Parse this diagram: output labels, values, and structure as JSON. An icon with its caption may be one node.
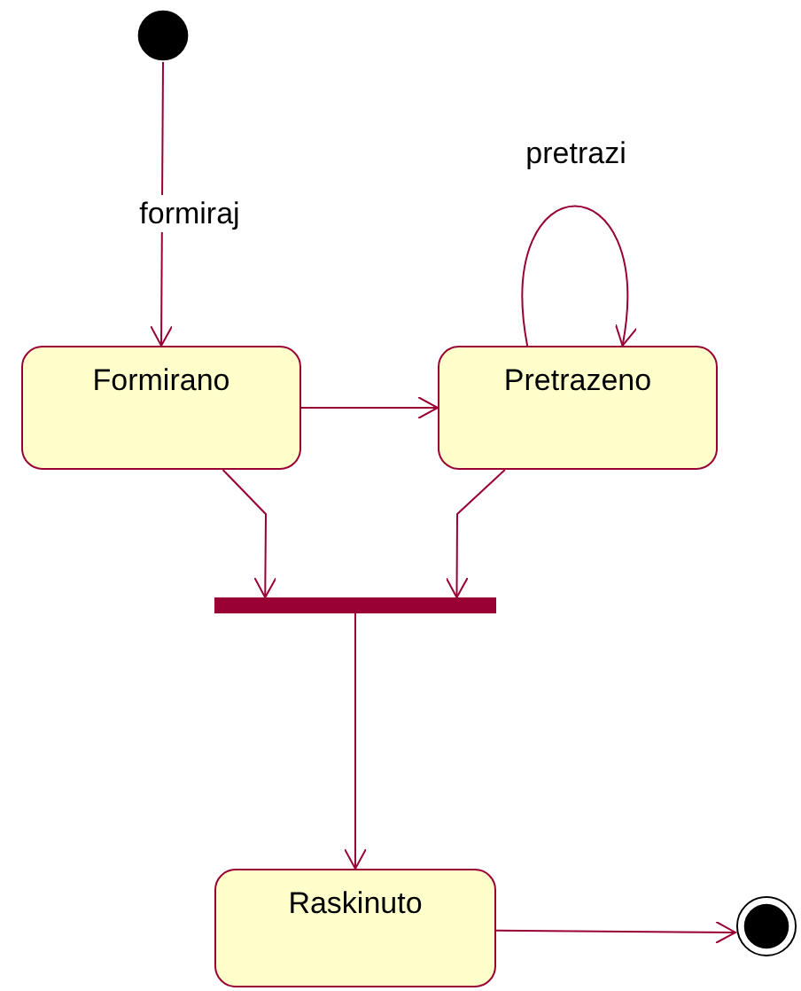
{
  "diagram": {
    "nodes": [
      {
        "text": [],
        "shape": "circle"
      },
      {
        "text": [
          "Formirano"
        ]
      },
      {
        "text": [
          "Pretrazeno"
        ]
      },
      {
        "text": [],
        "shape": "bar"
      },
      {
        "text": [
          "Raskinuto"
        ]
      },
      {
        "text": [],
        "shape": "circle"
      }
    ],
    "edges": [
      {
        "from": 0,
        "to": 1,
        "arrow": "to",
        "label": "formiraj"
      },
      {
        "from": 1,
        "to": 2,
        "arrow": "to"
      },
      {
        "from": 2,
        "to": 2,
        "arrow": "to",
        "label": "pretrazi"
      },
      {
        "from": 1,
        "to": 3,
        "arrow": "to"
      },
      {
        "from": 2,
        "to": 3,
        "arrow": "to"
      },
      {
        "from": 3,
        "to": 4,
        "arrow": "to"
      },
      {
        "from": 4,
        "to": 5,
        "arrow": "to"
      }
    ]
  }
}
